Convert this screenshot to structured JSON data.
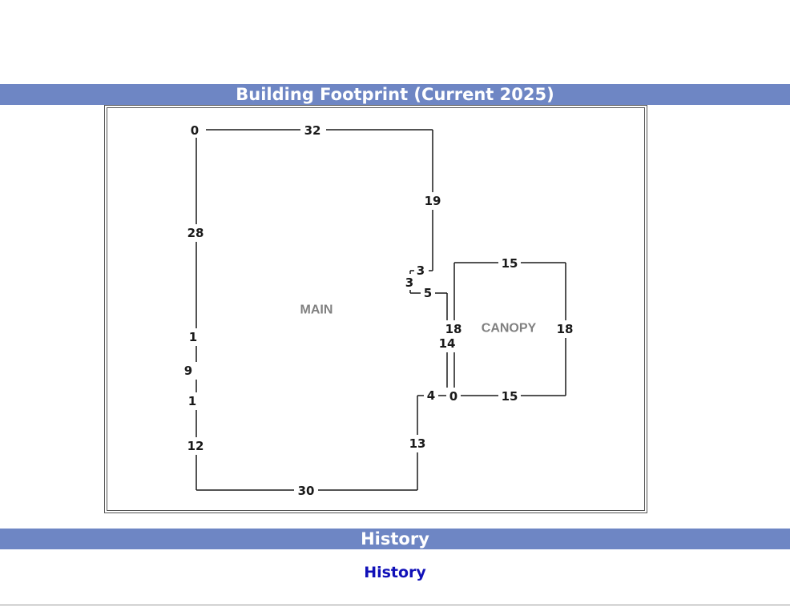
{
  "footprint_section": {
    "title": "Building Footprint (Current 2025)",
    "areas": [
      "MAIN",
      "CANOPY"
    ],
    "dimensions": {
      "main_top_left": "0",
      "main_top": "32",
      "main_right_upper": "19",
      "main_step_a": "3",
      "main_step_b": "3",
      "main_step_c": "5",
      "main_right_mid": "14",
      "main_step_d": "4",
      "main_right_lower": "13",
      "main_bottom": "30",
      "main_left_upper": "28",
      "main_left_a": "1",
      "main_left_b": "9",
      "main_left_c": "1",
      "main_left_lower": "12",
      "canopy_top": "15",
      "canopy_left": "18",
      "canopy_right": "18",
      "canopy_bottom": "15",
      "canopy_corner": "0"
    }
  },
  "history_section": {
    "title": "History",
    "link_label": "History"
  }
}
